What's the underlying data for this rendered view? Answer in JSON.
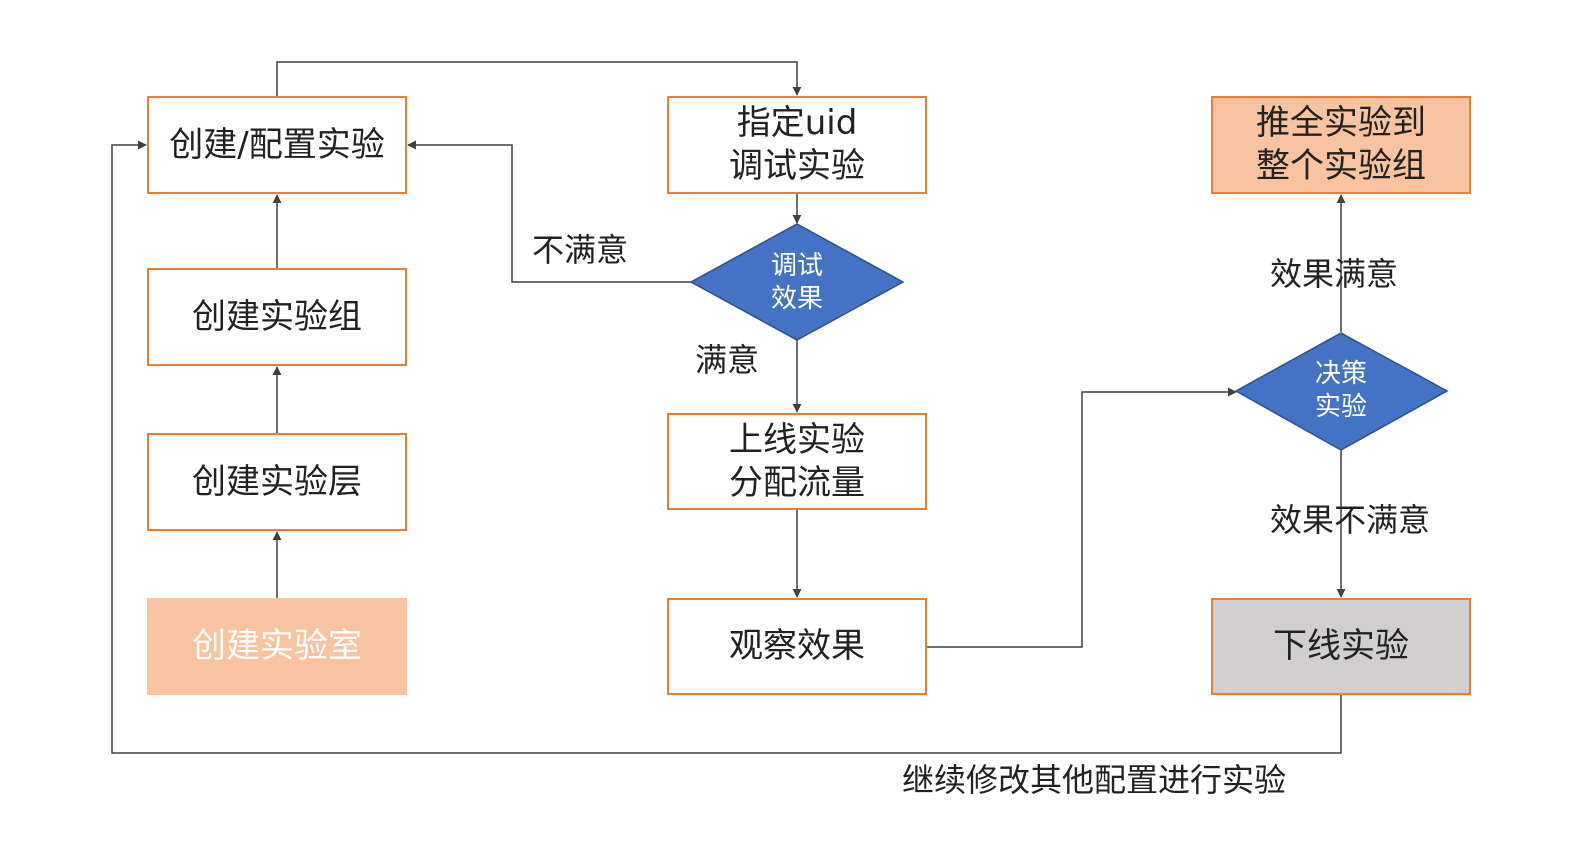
{
  "colors": {
    "box_border": "#ed7d31",
    "box_fill_accent": "#f8c3a0",
    "box_fill_grey": "#d0cece",
    "diamond_fill": "#4472c4",
    "line": "#404040"
  },
  "nodes": {
    "create_config": "创建/配置实验",
    "create_group": "创建实验组",
    "create_layer": "创建实验层",
    "create_lab": "创建实验室",
    "assign_uid": "指定uid\n调试实验",
    "debug_effect": "调试\n效果",
    "launch": "上线实验\n分配流量",
    "observe": "观察效果",
    "decide": "决策\n实验",
    "push_all": "推全实验到\n整个实验组",
    "offline": "下线实验"
  },
  "edge_labels": {
    "unsatisfied": "不满意",
    "satisfied": "满意",
    "effect_satisfied": "效果满意",
    "effect_unsatisfied": "效果不满意",
    "continue": "继续修改其他配置进行实验"
  }
}
